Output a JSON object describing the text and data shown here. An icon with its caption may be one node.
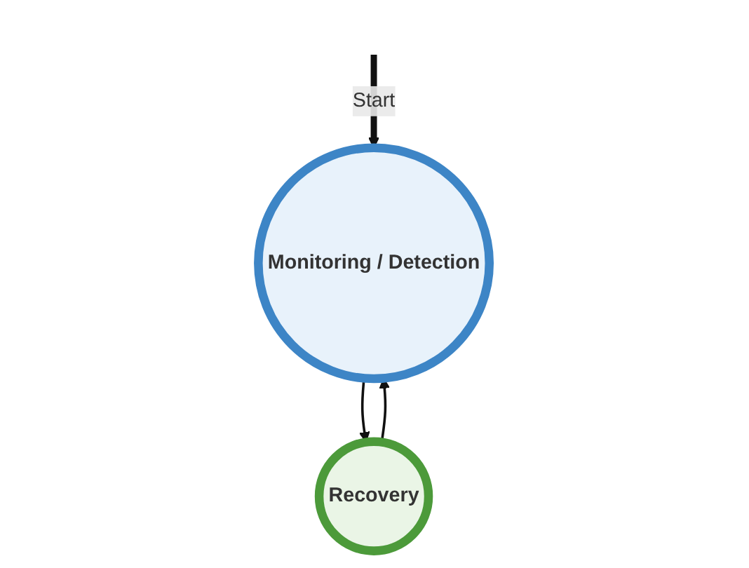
{
  "diagram": {
    "nodes": [
      {
        "text": [
          "Monitoring / Detection"
        ]
      },
      {
        "text": [
          "Recovery"
        ]
      }
    ],
    "edges": [
      {
        "from": null,
        "to": 0,
        "arrow": "to",
        "label": "Start",
        "style": "thick"
      },
      {
        "from": 0,
        "to": 1,
        "arrow": "to"
      },
      {
        "from": 1,
        "to": 0,
        "arrow": "to"
      }
    ]
  }
}
